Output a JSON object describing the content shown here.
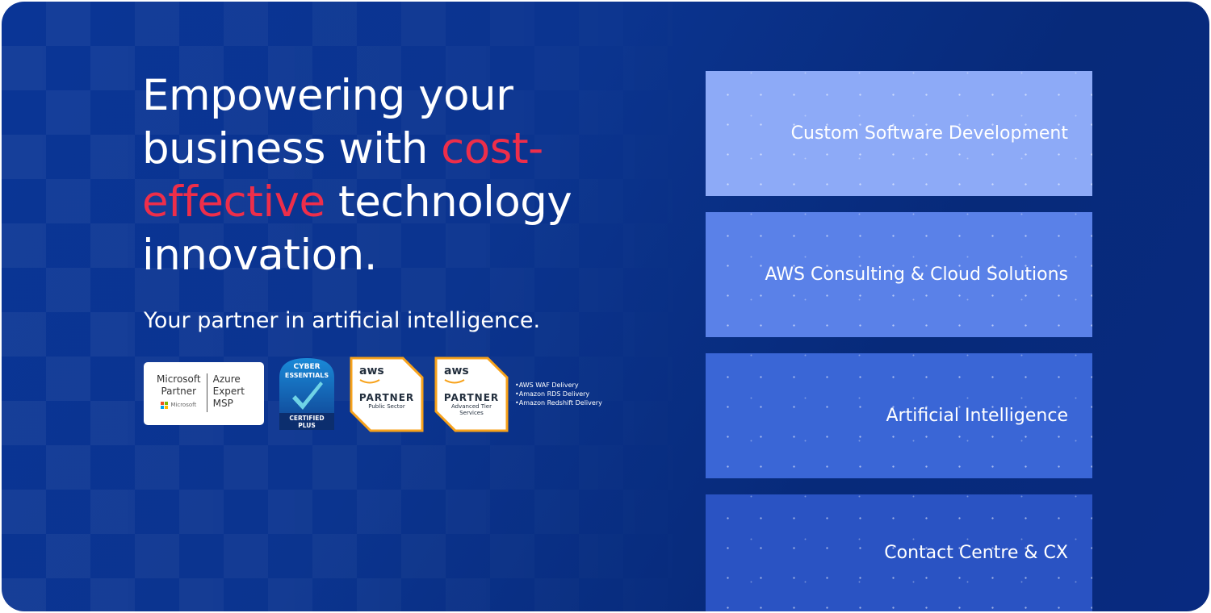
{
  "hero": {
    "headline": {
      "part1": "Empowering your business with ",
      "accent1": "cost-",
      "accent2": "effective",
      "part2": " technology innovation."
    },
    "subheading": "Your partner in artificial intelligence."
  },
  "badges": {
    "microsoft": {
      "line1": "Microsoft",
      "line2": "Partner",
      "sub": "Microsoft",
      "right1": "Azure",
      "right2": "Expert",
      "right3": "MSP"
    },
    "cyber": {
      "top1": "CYBER",
      "top2": "ESSENTIALS",
      "bottom1": "CERTIFIED",
      "bottom2": "PLUS"
    },
    "aws_public": {
      "logo": "aws",
      "title": "PARTNER",
      "sub1": "Public Sector"
    },
    "aws_advanced": {
      "logo": "aws",
      "title": "PARTNER",
      "sub1": "Advanced Tier",
      "sub2": "Services"
    },
    "delivery": [
      "AWS WAF Delivery",
      "Amazon RDS Delivery",
      "Amazon Redshift Delivery"
    ]
  },
  "services": [
    {
      "label": "Custom Software Development",
      "color": "#8daaf7"
    },
    {
      "label": "AWS Consulting & Cloud Solutions",
      "color": "#5a81e8"
    },
    {
      "label": "Artificial Intelligence",
      "color": "#3a66d6"
    },
    {
      "label": "Contact Centre & CX",
      "color": "#2a53c3"
    }
  ],
  "colors": {
    "background": "#0a3596",
    "accent": "#ee2e4a",
    "aws_orange": "#f7a21b",
    "text": "#ffffff"
  }
}
